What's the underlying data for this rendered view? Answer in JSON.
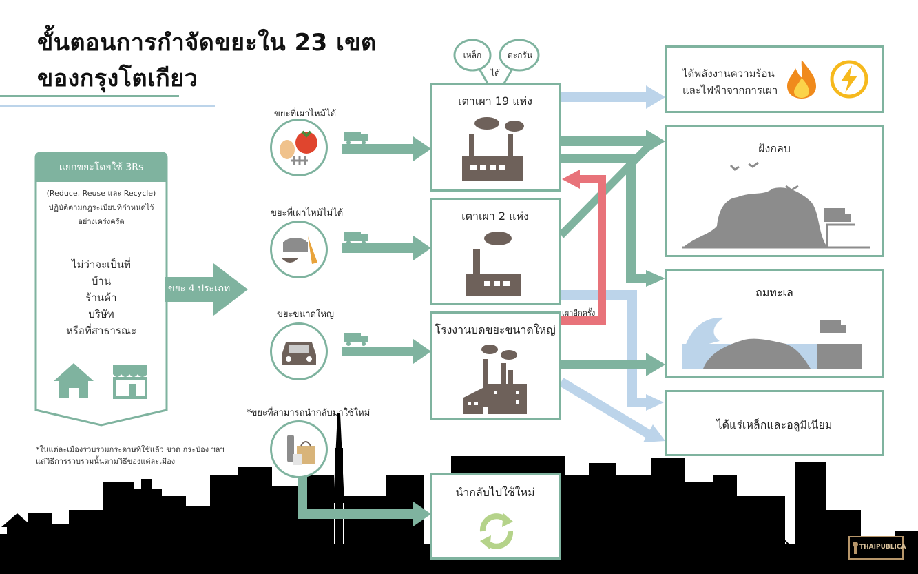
{
  "title": {
    "line1": "ขั้นตอนการกำจัดขยะใน 23 เขต",
    "line2": "ของกรุงโตเกียว"
  },
  "colors": {
    "teal": "#7fb39f",
    "light_blue": "#bcd4ea",
    "red": "#e8737a",
    "brown": "#6e615a",
    "gray": "#8c8c8c"
  },
  "sort_panel": {
    "header": "แยกขยะโดยใช้ 3Rs",
    "sub1": "(Reduce, Reuse และ Recycle)",
    "sub2": "ปฏิบัติตามกฎระเบียบที่กำหนดไว้",
    "sub3": "อย่างเคร่งครัด",
    "places": [
      "ไม่ว่าจะเป็นที่",
      "บ้าน",
      "ร้านค้า",
      "บริษัท",
      "หรือที่สาธารณะ"
    ],
    "icons": [
      "house-icon",
      "shop-icon"
    ]
  },
  "big_arrow_label": "ขยะ 4 ประเภท",
  "categories": [
    {
      "label": "ขยะที่เผาไหม้ได้"
    },
    {
      "label": "ขยะที่เผาไหม้ไม่ได้"
    },
    {
      "label": "ขยะขนาดใหญ่"
    },
    {
      "label": "*ขยะที่สามารถนำกลับมาใช้ใหม่"
    }
  ],
  "footnote": {
    "line1": "*ในแต่ละเมืองรวบรวมกระดาษที่ใช้แล้ว ขวด กระป๋อง ฯลฯ",
    "line2": "แต่วิธีการรวบรวมนั้นตามวิธีของแต่ละเมือง"
  },
  "facilities": {
    "incinerator19": "เตาเผา 19 แห่ง",
    "incinerator2": "เตาเผา 2 แห่ง",
    "bulky": "โรงงานบดขยะขนาดใหญ่",
    "recycle": "นำกลับไปใช้ใหม่"
  },
  "bubbles": {
    "iron": "เหล็ก",
    "ash": "ตะกรัน",
    "get": "ได้"
  },
  "reburn_label": "เผาอีกครั้ง",
  "outcomes": {
    "energy_line1": "ได้พลังงานความร้อน",
    "energy_line2": "และไฟฟ้าจากการเผา",
    "landfill": "ฝังกลบ",
    "sea_landfill": "ถมทะเล",
    "metals": "ได้แร่เหล็กและอลูมิเนียม"
  },
  "logo": "THAIPUBLICA"
}
